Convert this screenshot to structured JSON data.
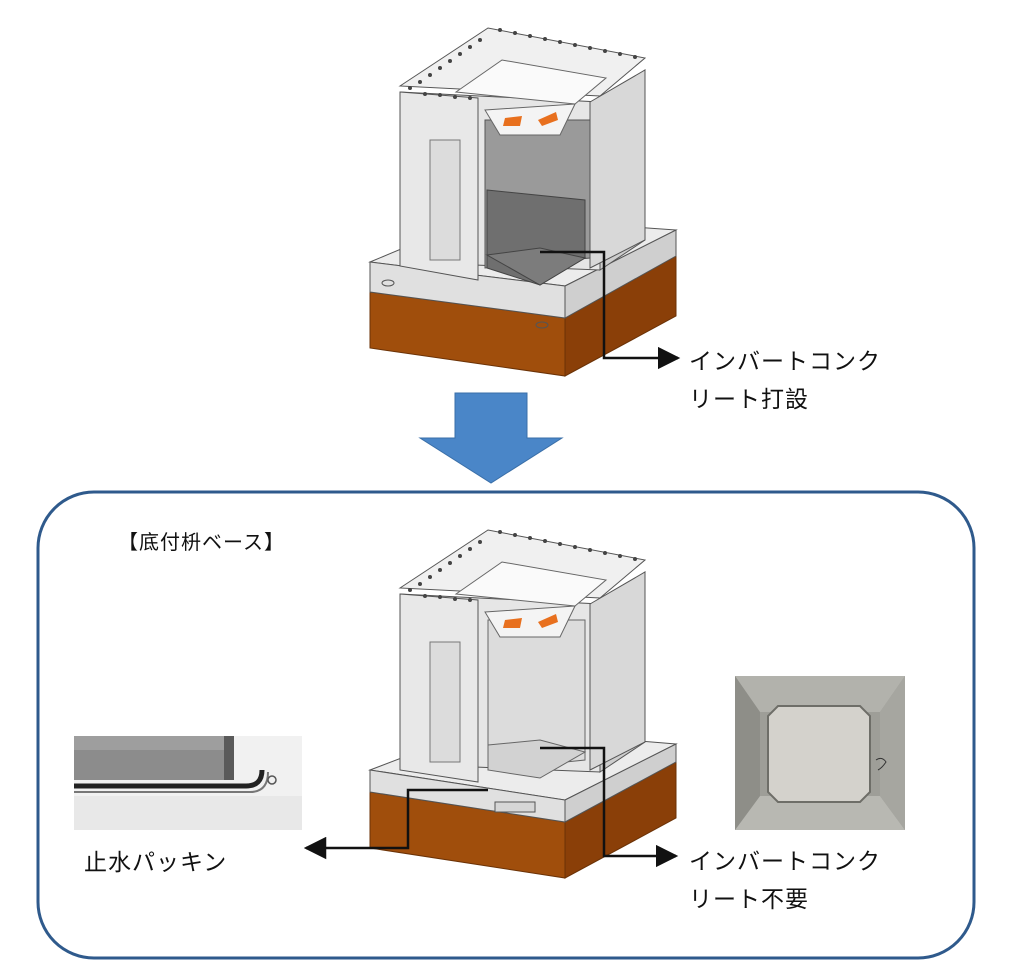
{
  "top": {
    "callout_line1": "インバートコンク",
    "callout_line2": "リート打設"
  },
  "bottom": {
    "section_title": "【底付枡ベース】",
    "packing_label": "止水パッキン",
    "callout_line1": "インバートコンク",
    "callout_line2": "リート不要"
  },
  "colors": {
    "flow_arrow": "#4a86c8",
    "frame_border": "#2f5a8c",
    "concrete_light": "#e4e4e4",
    "concrete_mid": "#c8c8c8",
    "concrete_dark": "#8a8a8a",
    "base_brown": "#a04e0c",
    "accent_orange": "#e8701e"
  }
}
